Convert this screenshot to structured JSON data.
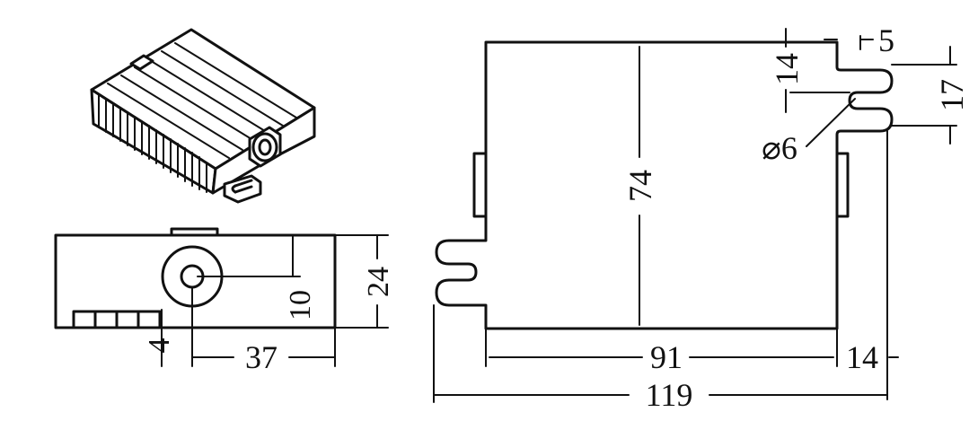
{
  "dimensions": {
    "side_hole_height": "10",
    "side_total_height": "24",
    "side_bottom_offset": "4",
    "side_hole_offset": "37",
    "top_height": "74",
    "top_inner_width": "91",
    "top_slot_to_edge": "14",
    "top_total_width": "119",
    "top_slot_width": "5",
    "top_slot_depth": "14",
    "top_slot_spacing": "17",
    "hole_diameter": "⌀6"
  },
  "colors": {
    "line": "#111111",
    "background": "#ffffff"
  }
}
